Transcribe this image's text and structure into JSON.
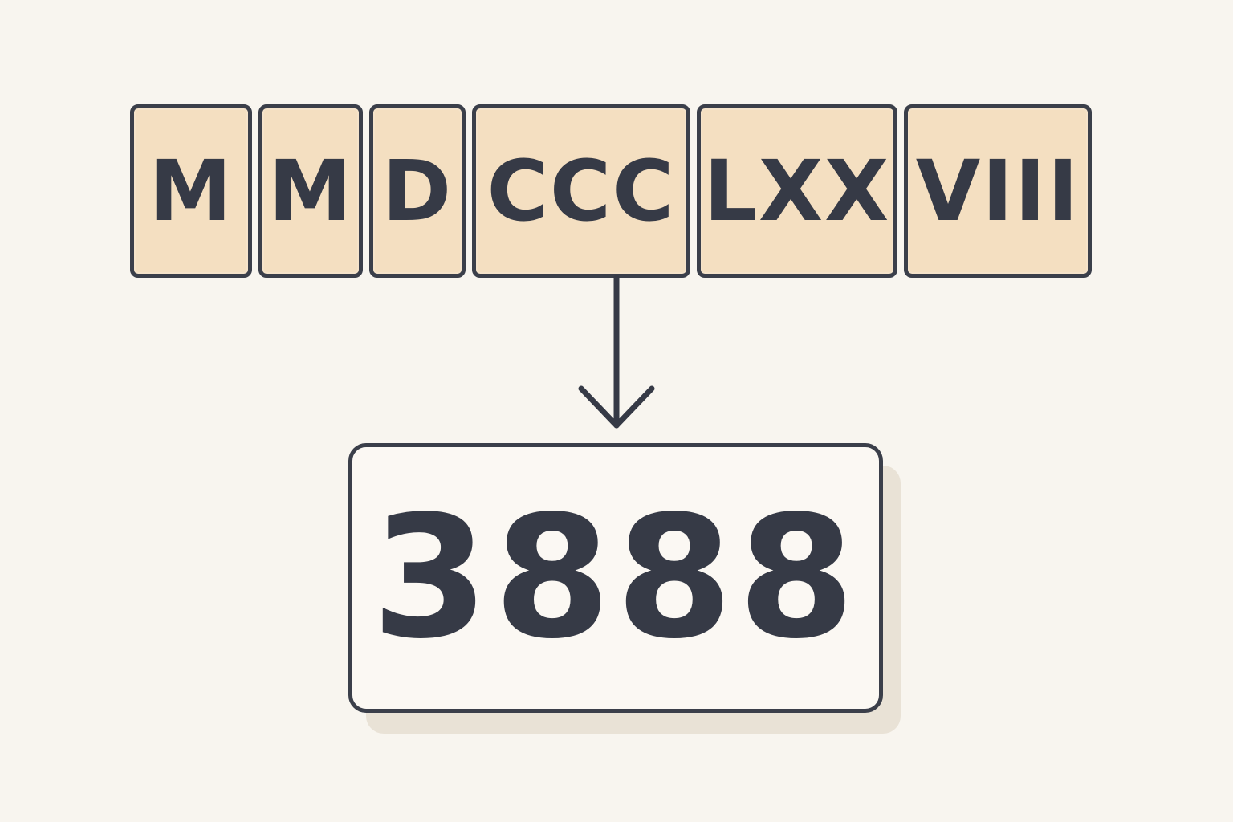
{
  "roman_parts": [
    {
      "symbol": "M"
    },
    {
      "symbol": "M"
    },
    {
      "symbol": "D"
    },
    {
      "symbol": "CCC"
    },
    {
      "symbol": "LXX"
    },
    {
      "symbol": "VIII"
    }
  ],
  "result": {
    "value": "3888"
  },
  "colors": {
    "background": "#f8f5ef",
    "tile_fill": "#f4dfc1",
    "outline": "#3b3f4a",
    "text": "#363a46"
  }
}
